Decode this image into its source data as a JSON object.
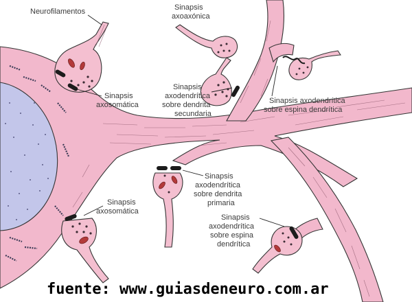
{
  "labels": {
    "neurofilamentos": "Neurofilamentos",
    "axoaxonica_1": "Sinapsis",
    "axoaxonica_2": "axoaxónica",
    "axosomatica_top_1": "Sinapsis",
    "axosomatica_top_2": "axosomática",
    "axodend_sec_1": "Sinapsis",
    "axodend_sec_2": "axodendrítica",
    "axodend_sec_3": "sobre dendrita",
    "axodend_sec_4": "secundaria",
    "axodend_esp_top_1": "Sinapsis axodendrítica",
    "axodend_esp_top_2": "sobre espina dendrítica",
    "axodend_prim_1": "Sinapsis",
    "axodend_prim_2": "axodendrítica",
    "axodend_prim_3": "sobre dendrita",
    "axodend_prim_4": "primaria",
    "axosomatica_bot_1": "Sinapsis",
    "axosomatica_bot_2": "axosomática",
    "axodend_esp_bot_1": "Sinapsis",
    "axodend_esp_bot_2": "axodendrítica",
    "axodend_esp_bot_3": "sobre espina",
    "axodend_esp_bot_4": "dendrítica"
  },
  "footer": "fuente: www.guiasdeneuro.com.ar",
  "colors": {
    "cell_body": "#f2b8cc",
    "nucleus": "#c3c6ea",
    "synapse": "#1c1c1c",
    "mitochondria": "#b33a3a"
  }
}
